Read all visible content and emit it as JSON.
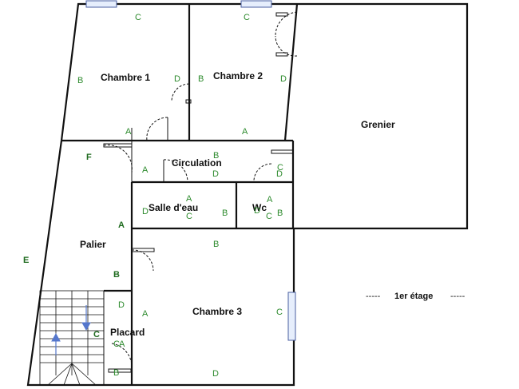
{
  "rooms": {
    "chambre1": "Chambre 1",
    "chambre2": "Chambre 2",
    "grenier": "Grenier",
    "circulation": "Circulation",
    "salle_eau": "Salle d'eau",
    "wc": "Wc",
    "palier": "Palier",
    "chambre3": "Chambre 3",
    "placard": "Placard"
  },
  "legend": {
    "dash_left": "-----",
    "level": "1er étage",
    "dash_right": "-----"
  },
  "letters": {
    "a": "A",
    "b": "B",
    "c": "C",
    "d": "D",
    "e": "E",
    "f": "F"
  }
}
